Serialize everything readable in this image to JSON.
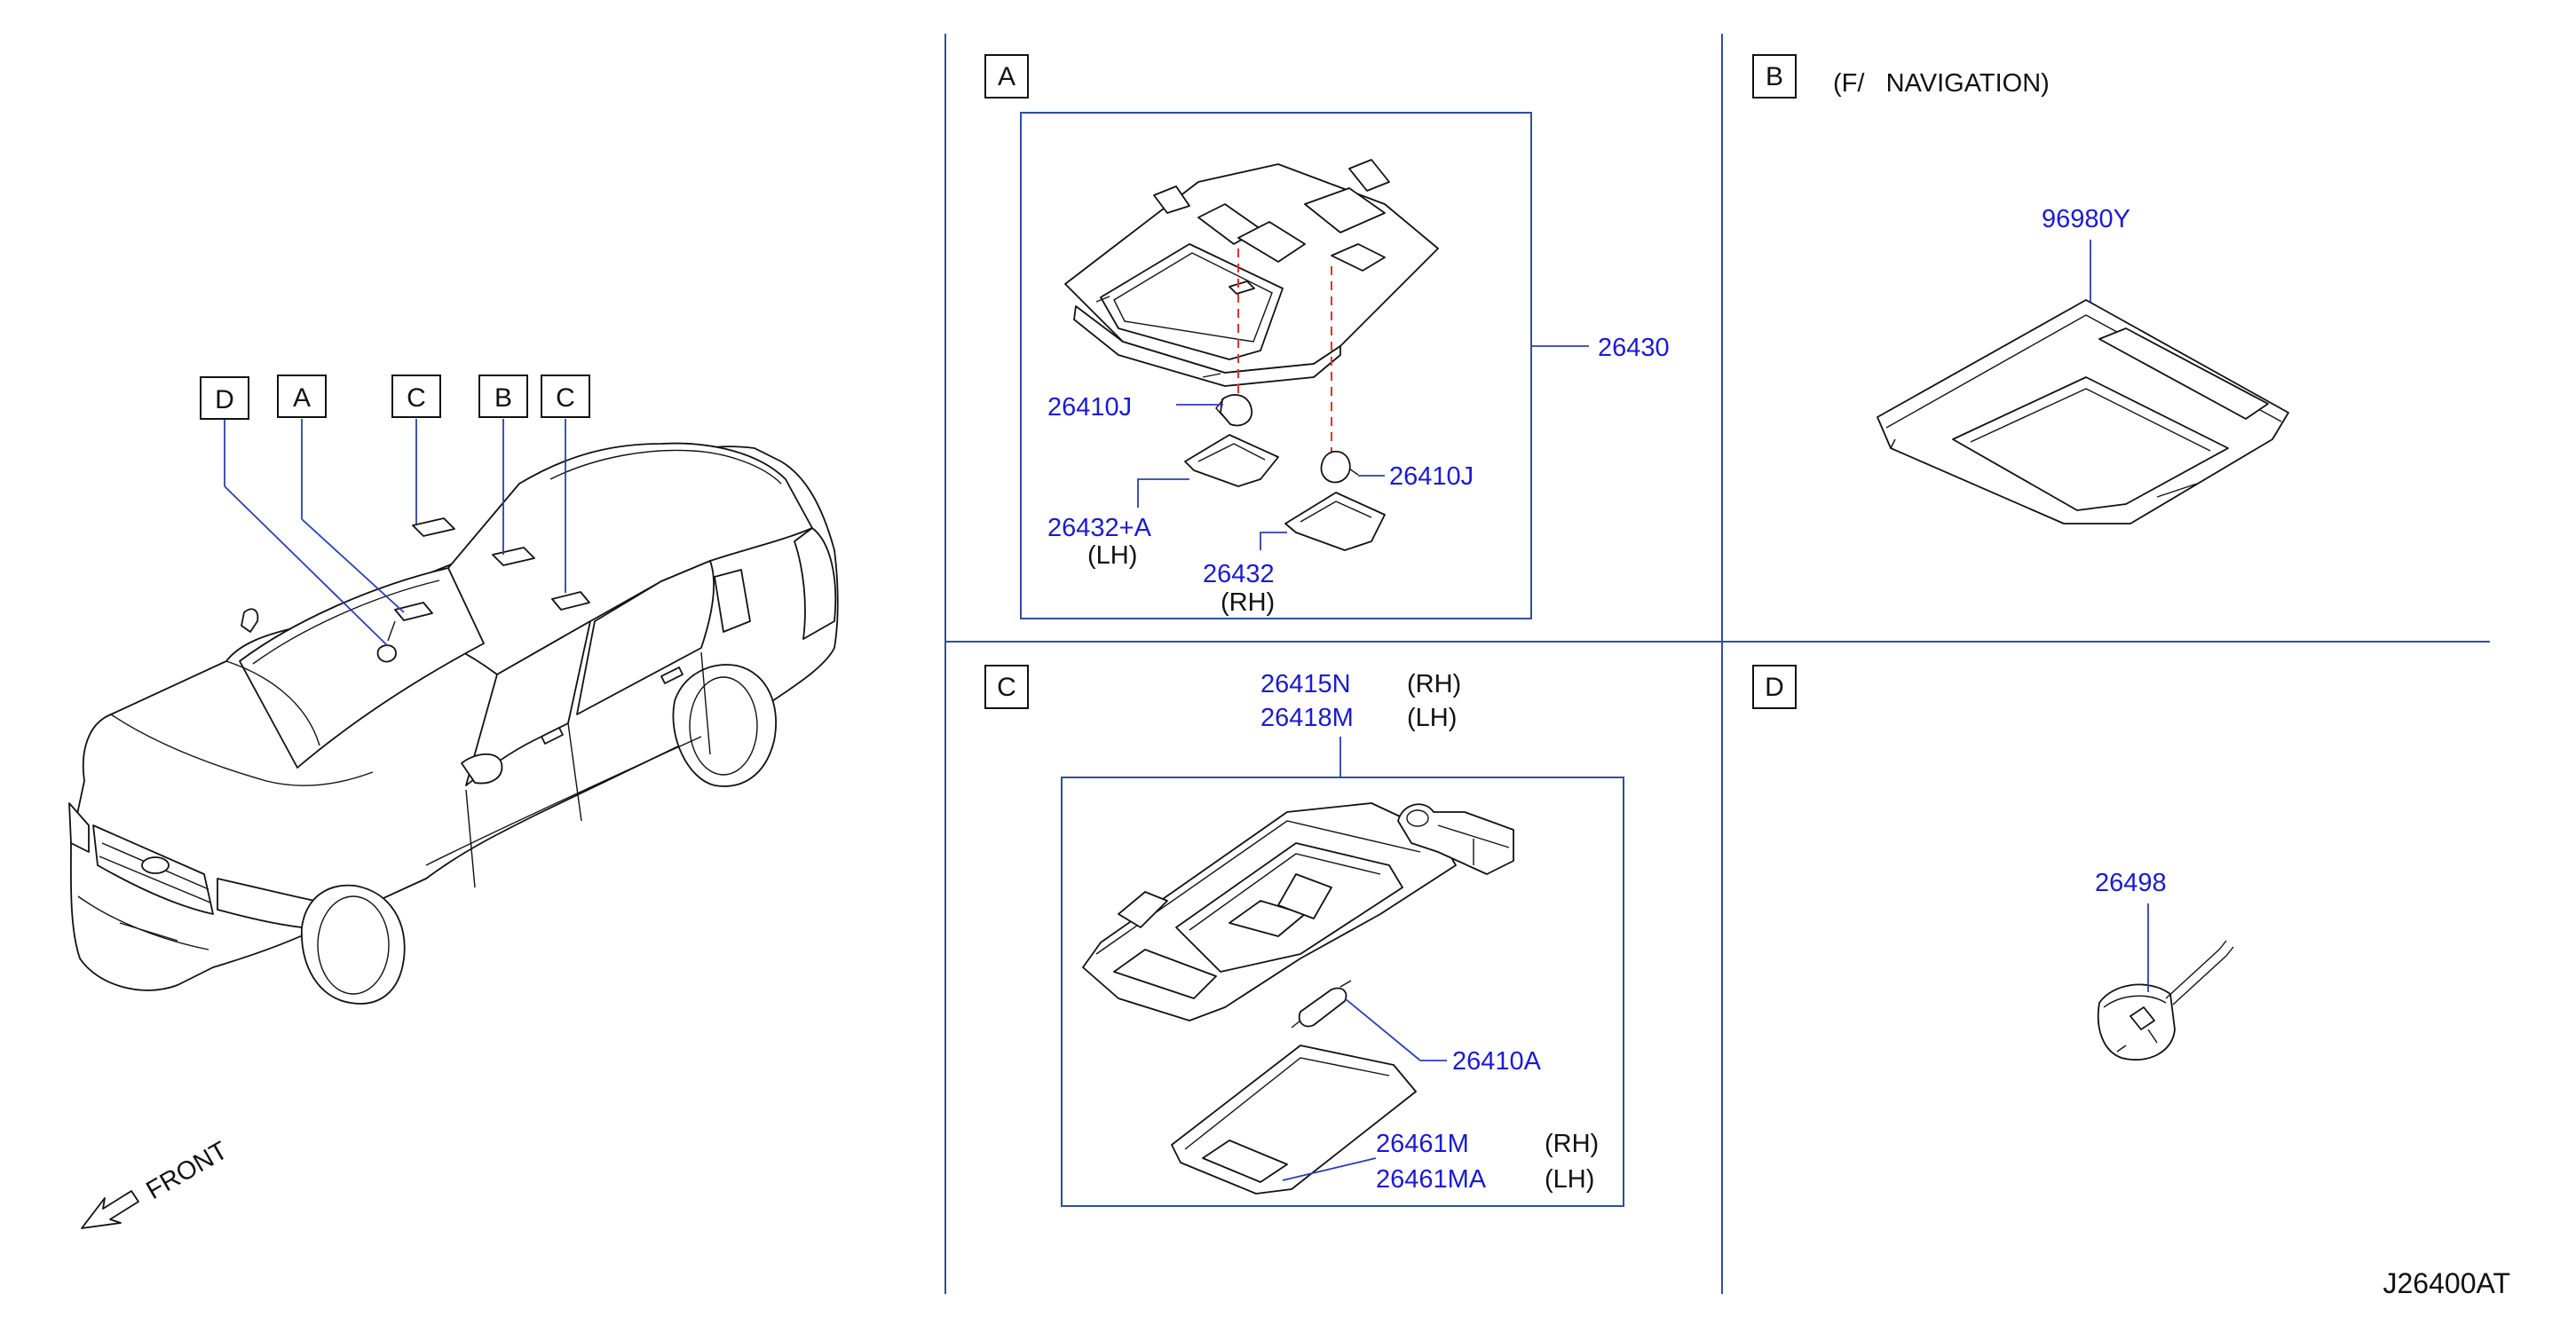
{
  "diagram_code": "J26400AT",
  "front_label": "FRONT",
  "car_callouts": [
    {
      "letter": "D"
    },
    {
      "letter": "A"
    },
    {
      "letter": "C"
    },
    {
      "letter": "B"
    },
    {
      "letter": "C"
    }
  ],
  "sections": {
    "A": {
      "letter": "A",
      "parts": {
        "console": "26430",
        "bulb_left": "26410J",
        "bulb_right": "26410J",
        "lens_lh": "26432+A",
        "lens_lh_note": "(LH)",
        "lens_rh": "26432",
        "lens_rh_note": "(RH)"
      }
    },
    "B": {
      "letter": "B",
      "note": "(F/   NAVIGATION)",
      "parts": {
        "console": "96980Y"
      }
    },
    "C": {
      "letter": "C",
      "parts": {
        "lamp_rh": "26415N",
        "lamp_rh_note": "(RH)",
        "lamp_lh": "26418M",
        "lamp_lh_note": "(LH)",
        "bulb": "26410A",
        "lens_rh": "26461M",
        "lens_rh_note": "(RH)",
        "lens_lh": "26461MA",
        "lens_lh_note": "(LH)"
      }
    },
    "D": {
      "letter": "D",
      "parts": {
        "sensor": "26498"
      }
    }
  },
  "colors": {
    "part_number": "#1a1ad6",
    "section_line": "#2f4f9c",
    "dashed_guide": "#e03030"
  }
}
